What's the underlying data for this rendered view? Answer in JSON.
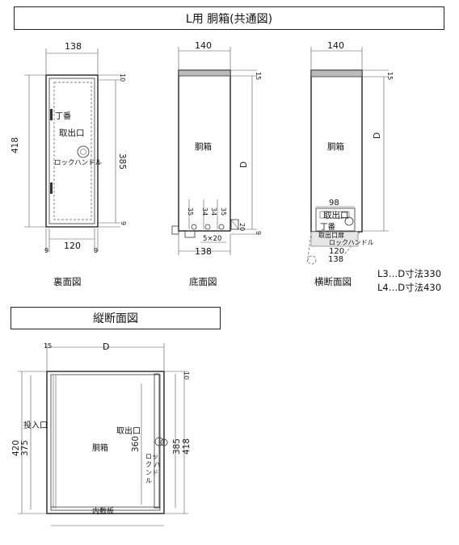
{
  "title": "L用 胴箱(共通図)",
  "section_title": "縦断面図",
  "views": {
    "rear": {
      "caption": "裏面図",
      "dim_top": "138",
      "dim_bottom": "120",
      "dim_left": "418",
      "dim_right": "385",
      "dim_top_right": "10",
      "dim_bottom_right": "9",
      "dim_bottom_left_small": "9",
      "dim_bottom_right_small": "9",
      "label_hinge": "丁番",
      "label_outlet": "取出口",
      "label_lock": "ロックハンドル"
    },
    "bottom": {
      "caption": "底面図",
      "dim_top": "140",
      "dim_bottom": "138",
      "dim_right_top": "15",
      "dim_right": "D",
      "dim_right_bottom": "9",
      "label_body": "胴箱",
      "holes": [
        "35",
        "34",
        "34",
        "35"
      ],
      "hole_spec": "5×20",
      "dim_small": "20"
    },
    "side": {
      "caption": "横断面図",
      "dim_top": "140",
      "dim_right_top": "15",
      "dim_right": "D",
      "label_body": "胴箱",
      "dim_98": "98",
      "label_outlet": "取出口",
      "label_hinge": "丁番",
      "label_outlet_door": "取出口扉",
      "label_lock": "ロックハンドル",
      "dim_120": "120",
      "dim_138": "138"
    }
  },
  "notes": [
    "L3…D寸法330",
    "L4…D寸法430"
  ],
  "section": {
    "dim_d": "D",
    "dim_15": "15",
    "dim_10": "10",
    "dim_420": "420",
    "dim_375": "375",
    "dim_360": "360",
    "dim_385": "385",
    "dim_418": "418",
    "label_inlet": "投入口",
    "label_body": "胴箱",
    "label_outlet": "取出口",
    "label_lock": "ロック ハンドル",
    "label_inner_floor": "内敷板"
  }
}
